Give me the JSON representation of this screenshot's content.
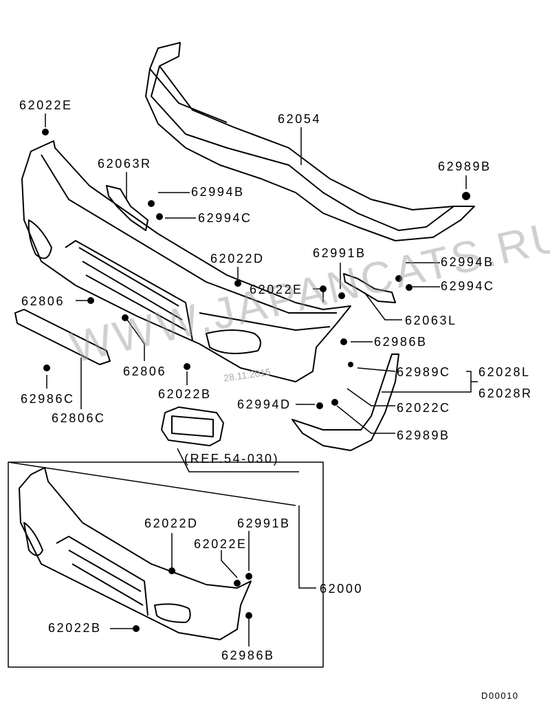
{
  "diagram_code": "D00010",
  "watermark": "WWW.JAPANCATS.RU",
  "watermark_date": "28.11.2015",
  "reference": "(REF.54-030)",
  "main_labels": {
    "p62022E_top": "62022E",
    "p62054": "62054",
    "p62063R": "62063R",
    "p62989B_top": "62989B",
    "p62994B_left": "62994B",
    "p62994C_left": "62994C",
    "p62022D": "62022D",
    "p62991B": "62991B",
    "p62994B_right": "62994B",
    "p62022E_mid": "62022E",
    "p62994C_right": "62994C",
    "p62806_left": "62806",
    "p62063L": "62063L",
    "p62986B": "62986B",
    "p62806_mid": "62806",
    "p62989C": "62989C",
    "p62028L": "62028L",
    "p62028R": "62028R",
    "p62986C": "62986C",
    "p62022B": "62022B",
    "p62022C": "62022C",
    "p62994D": "62994D",
    "p62806C": "62806C",
    "p62989B_bottom": "62989B"
  },
  "assembly_labels": {
    "p62022D": "62022D",
    "p62991B": "62991B",
    "p62022E": "62022E",
    "p62000": "62000",
    "p62022B": "62022B",
    "p62986B": "62986B"
  }
}
